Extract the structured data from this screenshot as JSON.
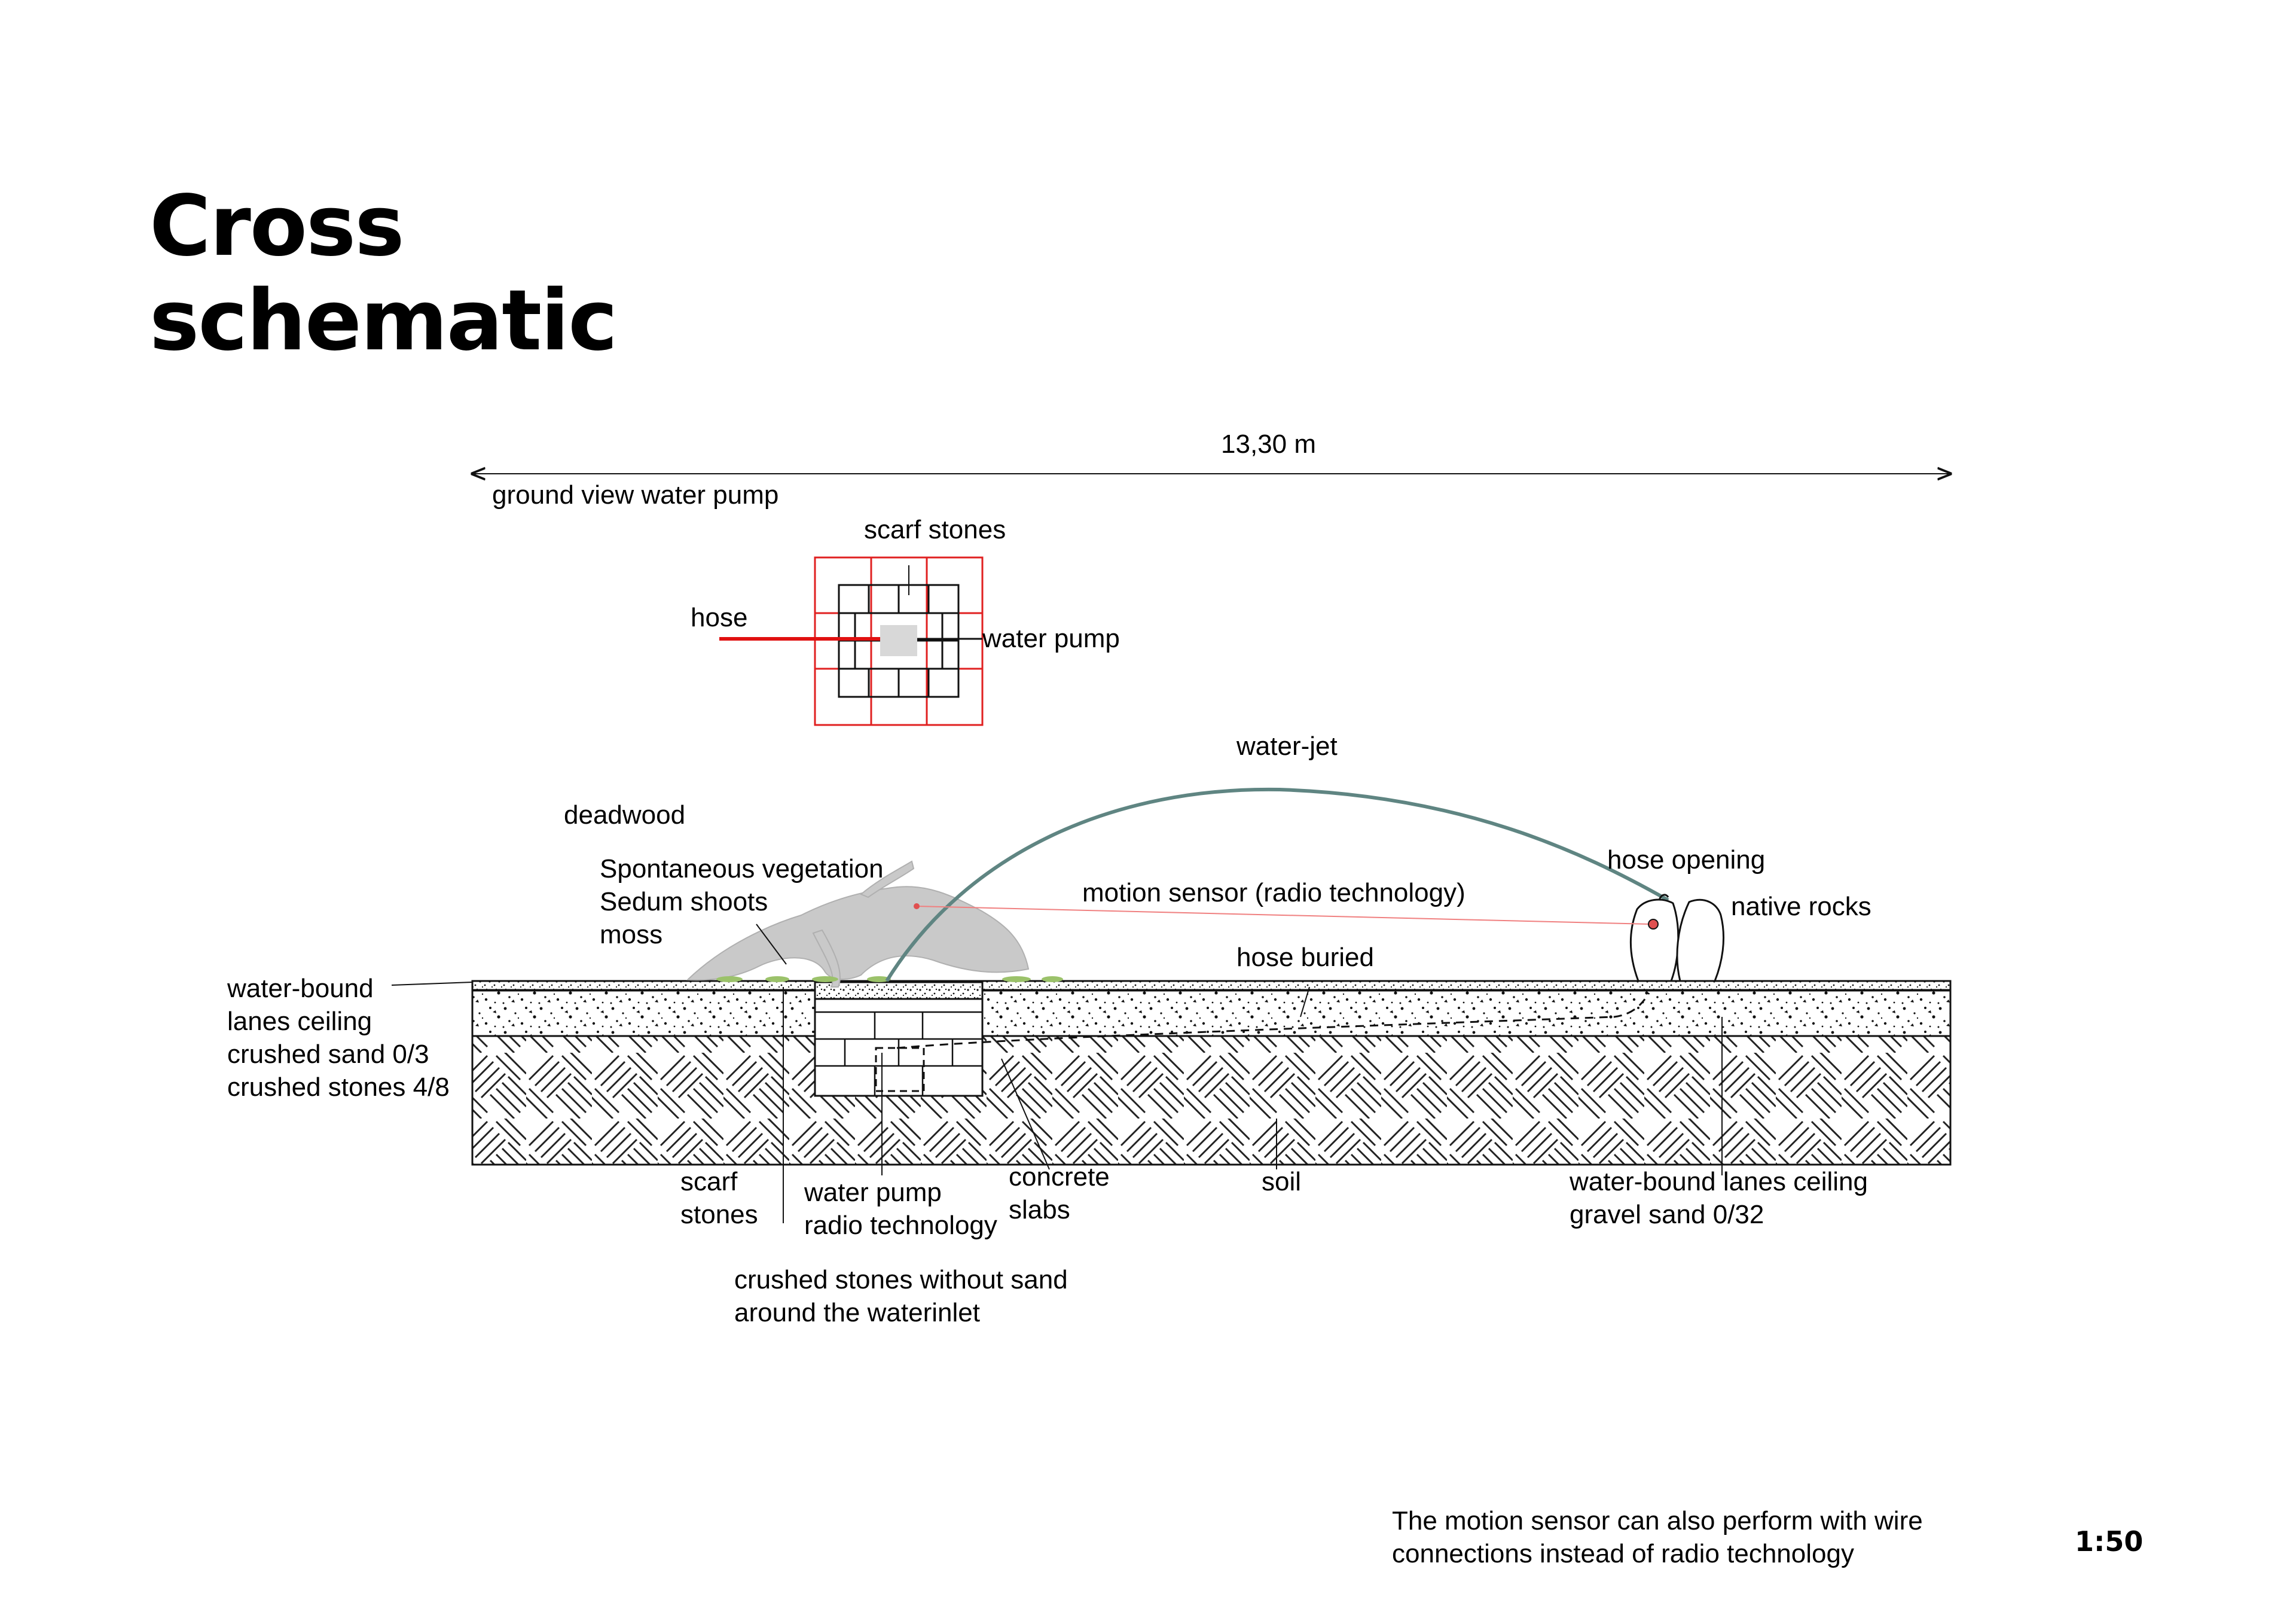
{
  "title": {
    "line1": "Cross",
    "line2": "schematic"
  },
  "dimension": {
    "text": "13,30 m"
  },
  "plan_view": {
    "title": "ground view water pump",
    "scarf_stones": "scarf stones",
    "hose": "hose",
    "water_pump": "water pump"
  },
  "section": {
    "water_jet": "water-jet",
    "deadwood": "deadwood",
    "vegetation": [
      "Spontaneous vegetation",
      "Sedum shoots",
      "moss"
    ],
    "motion_sensor": "motion sensor (radio technology)",
    "hose_opening": "hose opening",
    "native_rocks": "native rocks",
    "hose_buried": "hose buried",
    "water_bound_left": [
      "water-bound",
      "lanes ceiling",
      "crushed sand 0/3",
      "crushed stones 4/8"
    ],
    "scarf_stones": [
      "scarf",
      "stones"
    ],
    "water_pump": [
      "water pump",
      "radio technology"
    ],
    "concrete_slabs": [
      "concrete",
      "slabs"
    ],
    "soil": "soil",
    "water_bound_right": [
      "water-bound lanes ceiling",
      "gravel sand 0/32"
    ],
    "crushed_stones": [
      "crushed stones without sand",
      "around the waterinlet"
    ]
  },
  "note": [
    "The motion sensor can also perform with wire",
    "connections instead of radio technology"
  ],
  "scale": "1:50",
  "colors": {
    "hose": "#e01010",
    "plan_grid": "#e02020",
    "water_jet": "#5f8582",
    "sensor_line": "#f08080",
    "deadwood": "#c8c8c8",
    "moss": "#9bc26a"
  }
}
